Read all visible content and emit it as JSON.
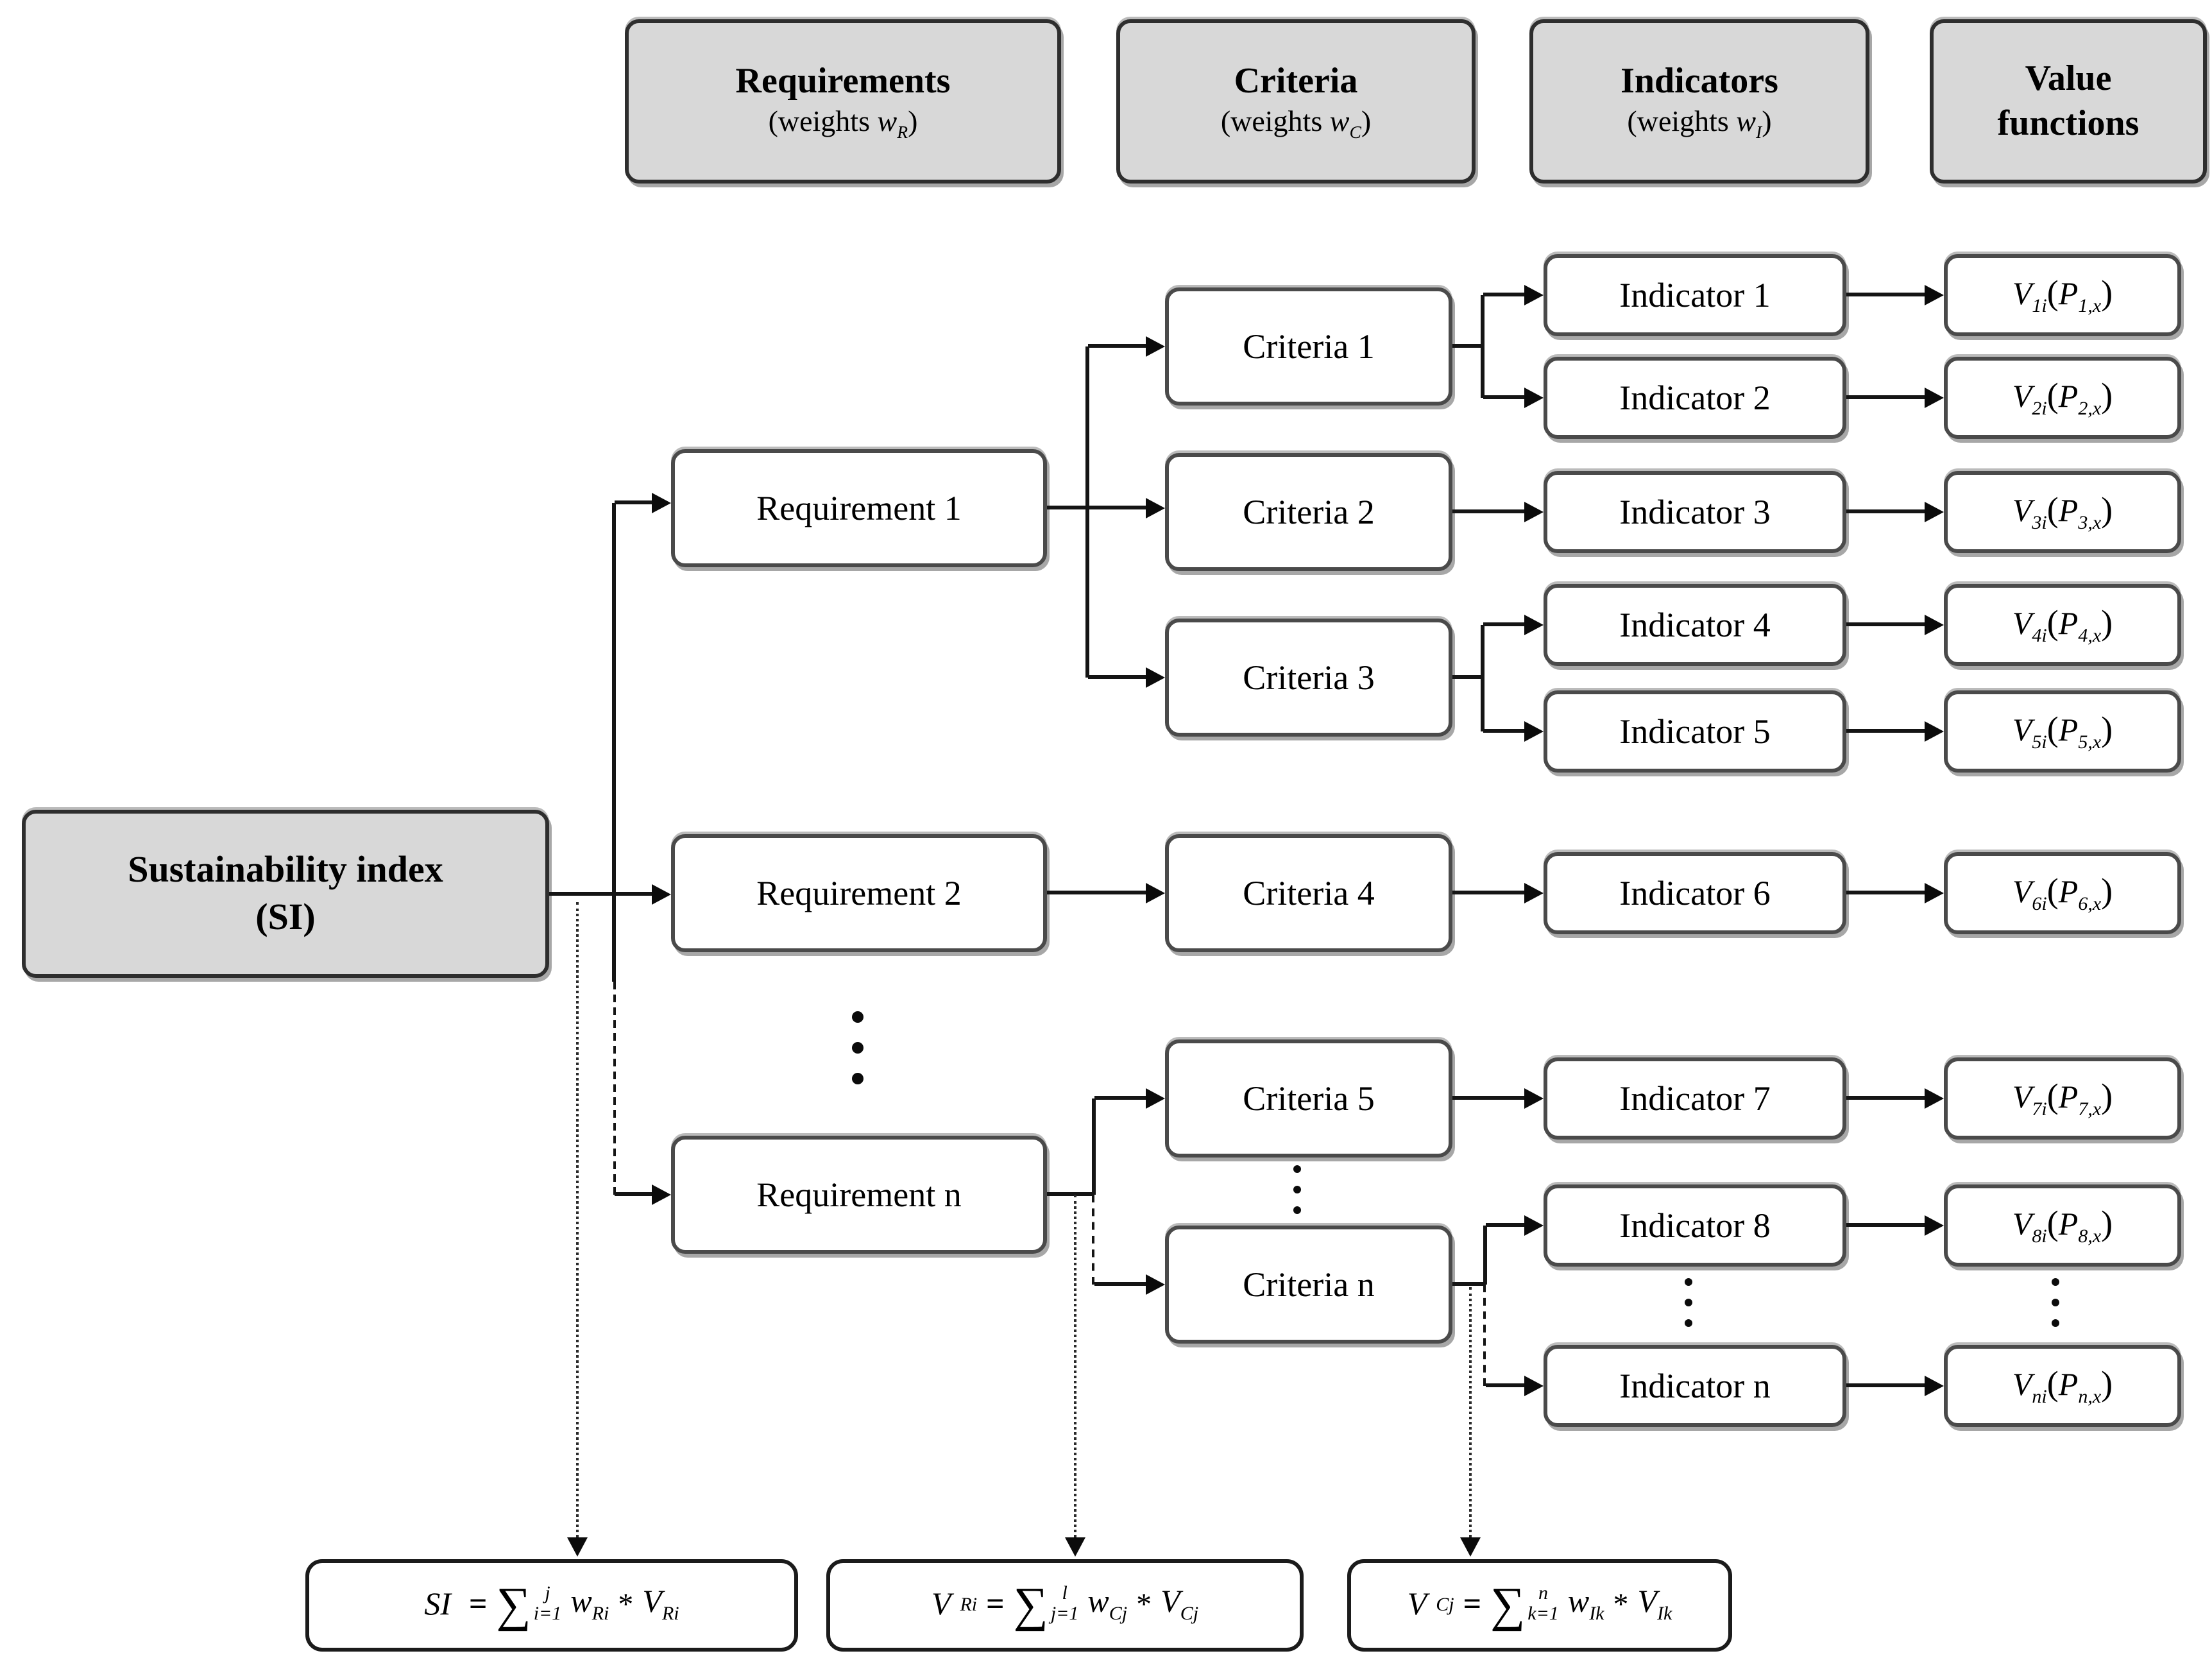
{
  "palette": {
    "header_fill": "#d8d8d8",
    "node_fill": "#ffffff",
    "border": "#2e2e2e",
    "line": "#151515",
    "text": "#000000"
  },
  "headers": {
    "requirements": {
      "title": "Requirements",
      "weights_prefix": "(weights ",
      "weights_symbol": "w",
      "weights_sub": "R",
      "weights_suffix": ")"
    },
    "criteria": {
      "title": "Criteria",
      "weights_prefix": "(weights ",
      "weights_symbol": "w",
      "weights_sub": "C",
      "weights_suffix": ")"
    },
    "indicators": {
      "title": "Indicators",
      "weights_prefix": "(weights ",
      "weights_symbol": "w",
      "weights_sub": "I",
      "weights_suffix": ")"
    },
    "value_functions": {
      "title_line1": "Value",
      "title_line2": "functions"
    }
  },
  "si_box": {
    "title_line1": "Sustainability index",
    "title_line2": "(SI)"
  },
  "requirements": [
    "Requirement 1",
    "Requirement 2",
    "Requirement n"
  ],
  "criteria": [
    "Criteria 1",
    "Criteria 2",
    "Criteria 3",
    "Criteria 4",
    "Criteria 5",
    "Criteria n"
  ],
  "indicators": [
    "Indicator 1",
    "Indicator 2",
    "Indicator 3",
    "Indicator 4",
    "Indicator 5",
    "Indicator 6",
    "Indicator 7",
    "Indicator 8",
    "Indicator n"
  ],
  "value_functions": [
    {
      "v_sub": "1i",
      "p_sub": "1,x"
    },
    {
      "v_sub": "2i",
      "p_sub": "2,x"
    },
    {
      "v_sub": "3i",
      "p_sub": "3,x"
    },
    {
      "v_sub": "4i",
      "p_sub": "4,x"
    },
    {
      "v_sub": "5i",
      "p_sub": "5,x"
    },
    {
      "v_sub": "6i",
      "p_sub": "6,x"
    },
    {
      "v_sub": "7i",
      "p_sub": "7,x"
    },
    {
      "v_sub": "8i",
      "p_sub": "8,x"
    },
    {
      "v_sub": "ni",
      "p_sub": "n,x"
    }
  ],
  "math_symbols": {
    "v": "V",
    "p": "P",
    "lparen": "(",
    "rparen": ")",
    "equals": "=",
    "sum": "∑",
    "times": "*"
  },
  "formulas": [
    {
      "lhs": "SI",
      "lhs_sub": "",
      "upper": "j",
      "lower": "i=1",
      "weight": "w",
      "weight_sub": "Ri",
      "value": "V",
      "value_sub": "Ri"
    },
    {
      "lhs": "V",
      "lhs_sub": "Ri",
      "upper": "l",
      "lower": "j=1",
      "weight": "w",
      "weight_sub": "Cj",
      "value": "V",
      "value_sub": "Cj"
    },
    {
      "lhs": "V",
      "lhs_sub": "Cj",
      "upper": "n",
      "lower": "k=1",
      "weight": "w",
      "weight_sub": "Ik",
      "value": "V",
      "value_sub": "Ik"
    }
  ],
  "icons": {
    "vertical_ellipsis": "⋮",
    "arrow_right": "→",
    "arrow_down": "↓"
  }
}
